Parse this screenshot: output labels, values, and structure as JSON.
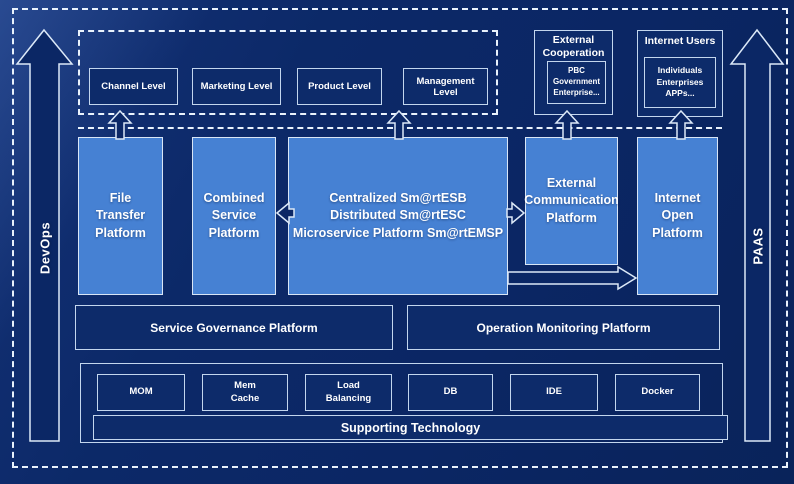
{
  "colors": {
    "background": "#0b2664",
    "panel_fill": "#0d2b6a",
    "platform_fill": "#4681d3",
    "border_light": "#c3d6ee",
    "text": "#ffffff"
  },
  "side_arrows": {
    "left_label": "DevOps",
    "right_label": "PAAS"
  },
  "levels": {
    "items": [
      {
        "label": "Channel Level"
      },
      {
        "label": "Marketing Level"
      },
      {
        "label": "Product Level"
      },
      {
        "label": "Management Level"
      }
    ]
  },
  "external_cooperation": {
    "title": "External\nCooperation",
    "member": "PBC Government\nEnterprise..."
  },
  "internet_users": {
    "title": "Internet Users",
    "member": "Individuals\nEnterprises\nAPPs..."
  },
  "platforms": {
    "file_transfer": "File\nTransfer\nPlatform",
    "combined": "Combined\nService\nPlatform",
    "central": "Centralized Sm@rtESB\nDistributed Sm@rtESC\nMicroservice Platform Sm@rtEMSP",
    "external_communication": "External\nCommunication\nPlatform",
    "internet_open": "Internet\nOpen\nPlatform"
  },
  "governance": {
    "label": "Service Governance Platform"
  },
  "monitoring": {
    "label": "Operation Monitoring Platform"
  },
  "technologies": {
    "items": [
      {
        "label": "MOM"
      },
      {
        "label": "Mem\nCache"
      },
      {
        "label": "Load\nBalancing"
      },
      {
        "label": "DB"
      },
      {
        "label": "IDE"
      },
      {
        "label": "Docker"
      }
    ]
  },
  "supporting": {
    "label": "Supporting Technology"
  }
}
